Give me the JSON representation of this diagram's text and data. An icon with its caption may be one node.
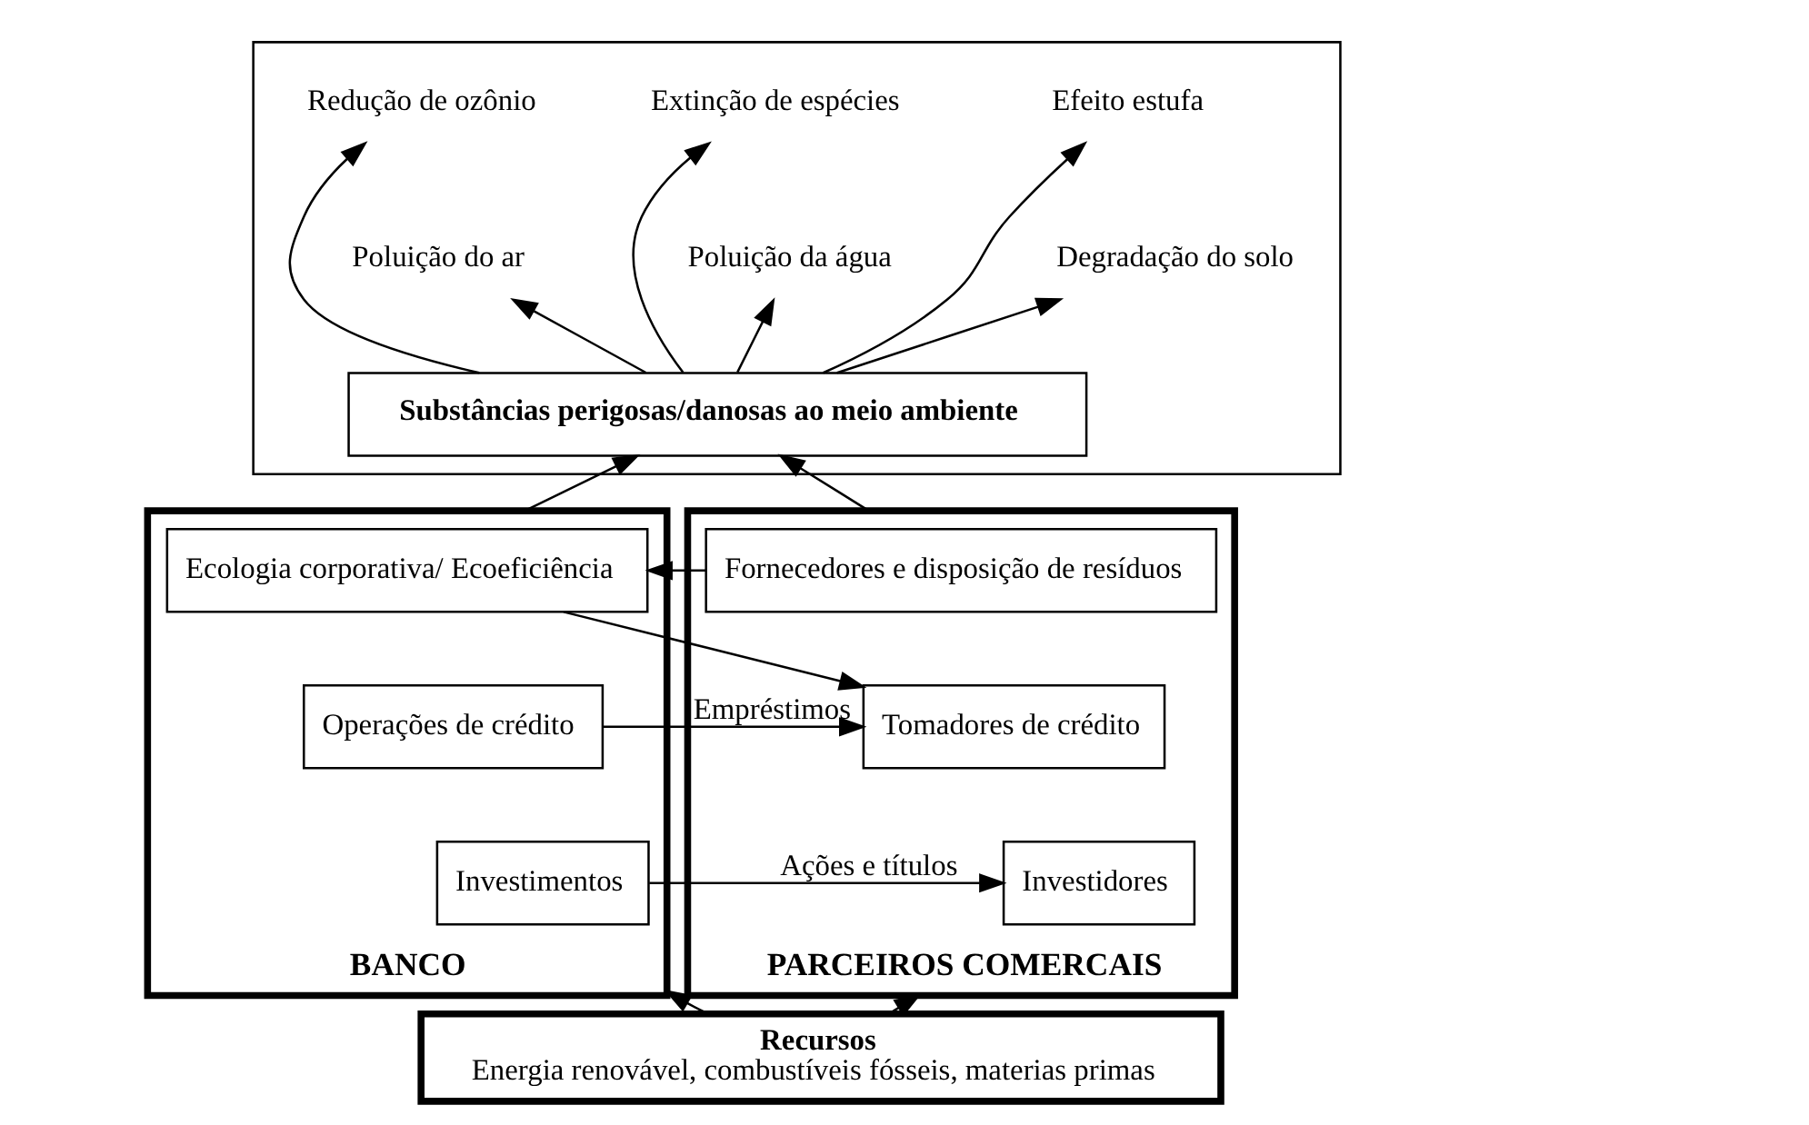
{
  "diagram": {
    "nodes": [
      {
        "text": [],
        "shape": "box"
      },
      {
        "text": [
          "Redução de ozônio"
        ],
        "in": 0
      },
      {
        "text": [
          "Extinção de espécies"
        ],
        "in": 0
      },
      {
        "text": [
          "Efeito estufa"
        ],
        "in": 0
      },
      {
        "text": [
          "Poluição do ar"
        ],
        "in": 0
      },
      {
        "text": [
          "Poluição da água"
        ],
        "in": 0
      },
      {
        "text": [
          "Degradação do solo"
        ],
        "in": 0
      },
      {
        "text": [
          "Substâncias perigosas/danosas ao meio ambiente"
        ],
        "in": 0
      },
      {
        "text": [
          "BANCO"
        ]
      },
      {
        "text": [
          "Ecologia corporativa/ Ecoeficiência"
        ],
        "in": 8
      },
      {
        "text": [
          "Operações de crédito"
        ],
        "in": 8
      },
      {
        "text": [
          "Investimentos"
        ],
        "in": 8
      },
      {
        "text": [
          "PARCEIROS COMERCAIS"
        ]
      },
      {
        "text": [
          "Fornecedores e disposição de resíduos"
        ],
        "in": 12
      },
      {
        "text": [
          "Tomadores de crédito"
        ],
        "in": 12
      },
      {
        "text": [
          "Investidores"
        ],
        "in": 12
      },
      {
        "text": [
          "Recursos",
          "Energia renovável, combustíveis fósseis, materias primas"
        ]
      }
    ],
    "edges": [
      {
        "from": 7,
        "to": 1,
        "arrow": "to"
      },
      {
        "from": 7,
        "to": 2,
        "arrow": "to"
      },
      {
        "from": 7,
        "to": 3,
        "arrow": "to"
      },
      {
        "from": 7,
        "to": 4,
        "arrow": "to"
      },
      {
        "from": 7,
        "to": 5,
        "arrow": "to"
      },
      {
        "from": 7,
        "to": 6,
        "arrow": "to"
      },
      {
        "from": 8,
        "to": 7,
        "arrow": "to"
      },
      {
        "from": 12,
        "to": 7,
        "arrow": "to"
      },
      {
        "from": 12,
        "to": 8,
        "arrow": "to"
      },
      {
        "from": 8,
        "to": 12,
        "arrow": "to"
      },
      {
        "from": 8,
        "to": 12,
        "arrow": "to",
        "label": "Empréstimos"
      },
      {
        "from": 8,
        "to": 12,
        "arrow": "to",
        "label": "Ações e títulos"
      },
      {
        "from": 16,
        "to": 8,
        "arrow": "to"
      },
      {
        "from": 16,
        "to": 12,
        "arrow": "to"
      }
    ]
  }
}
